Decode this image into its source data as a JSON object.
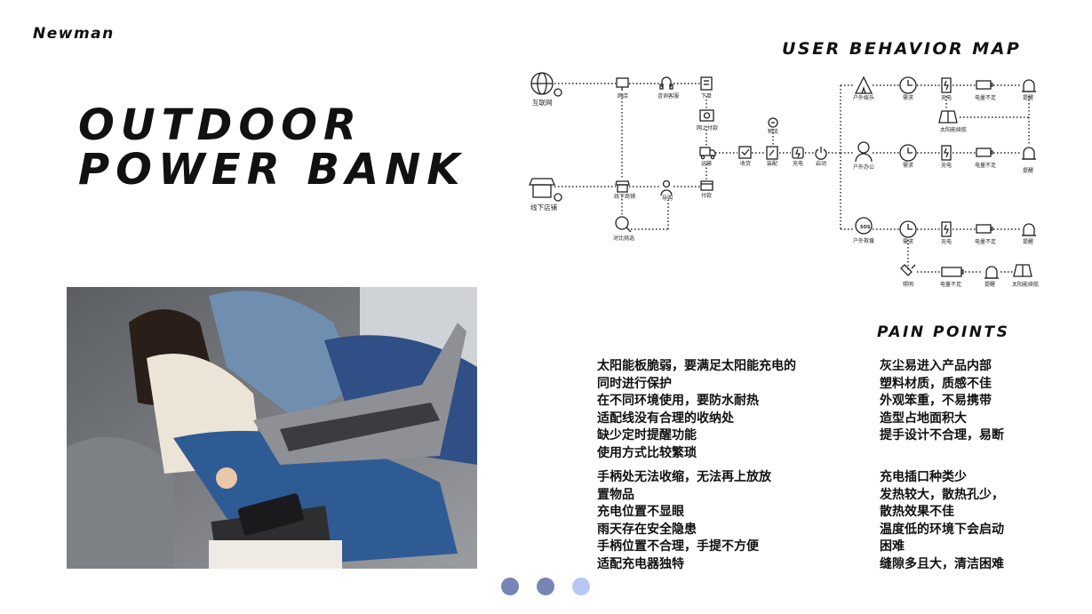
{
  "brand": "Newman",
  "title": {
    "line1": "OUTDOOR",
    "line2": "POWER BANK"
  },
  "map_title": "USER BEHAVIOR MAP",
  "pain_title": "PAIN POINTS",
  "map": {
    "internet": "互联网",
    "store_online": "网店",
    "service": "咨询客服",
    "order": "下单",
    "pay_online": "网上付款",
    "logistics": "物流",
    "transport": "运输",
    "receive": "收货",
    "assemble": "装配",
    "charge": "充电",
    "start": "启动",
    "offline": "线下店铺",
    "offline_store": "线下商铺",
    "guide": "导购",
    "pay": "付款",
    "compare": "对比挑选",
    "outdoor_fun": "户外娱乐",
    "outdoor_work": "户外办公",
    "outdoor_rescue": "户外救援",
    "need": "需求",
    "low_battery": "电量不足",
    "remind": "提醒",
    "solar": "太阳能续航",
    "lighting": "照明",
    "sos": "SOS"
  },
  "pain_points": {
    "col1_a": [
      "太阳能板脆弱，要满足太阳能充电的",
      "同时进行保护",
      "在不同环境使用，要防水耐热",
      "适配线没有合理的收纳处",
      "缺少定时提醒功能",
      "使用方式比较繁琐"
    ],
    "col1_b": [
      "手柄处无法收缩，无法再上放放",
      "置物品",
      "充电位置不显眼",
      "雨天存在安全隐患",
      "手柄位置不合理，手提不方便",
      "适配充电器独特"
    ],
    "col2_a": [
      "灰尘易进入产品内部",
      "塑料材质，质感不佳",
      "外观笨重，不易携带",
      "造型占地面积大",
      "提手设计不合理，易断"
    ],
    "col2_b": [
      "充电插口种类少",
      "发热较大，散热孔少，",
      "散热效果不佳",
      "温度低的环境下会启动",
      "困难",
      "缝隙多且大，清洁困难"
    ]
  },
  "colors": {
    "dot1": "#7885b4",
    "dot2": "#7885b4",
    "dot3": "#b9c6f5"
  }
}
